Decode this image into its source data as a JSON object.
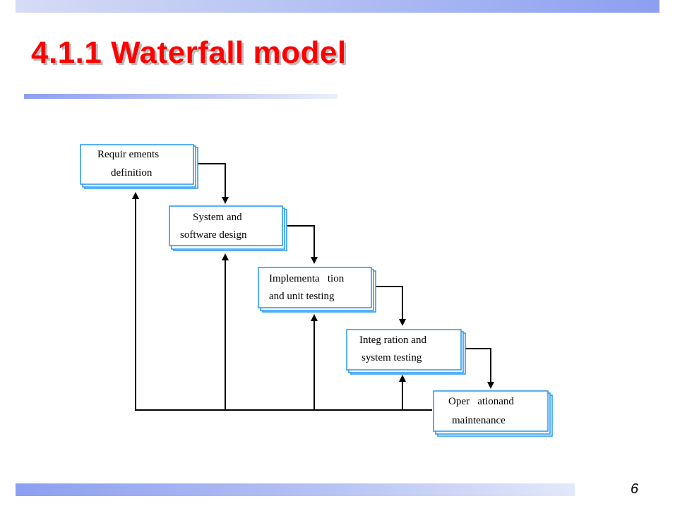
{
  "slide": {
    "title": "4.1.1 Waterfall model",
    "page_number": "6"
  },
  "diagram": {
    "stages": [
      {
        "line1": "Requir ements",
        "line2": "definition"
      },
      {
        "line1": "System and",
        "line2": "software design"
      },
      {
        "line1": "Implementa   tion",
        "line2": "and unit testing"
      },
      {
        "line1": "Integ ration and",
        "line2": "system testing"
      },
      {
        "line1": "Oper   ationand",
        "line2": "maintenance"
      }
    ],
    "colors": {
      "box_border": "#2196f3",
      "box_shadow": "#2196f3",
      "arrow": "#000000",
      "title": "#ff0000"
    }
  }
}
